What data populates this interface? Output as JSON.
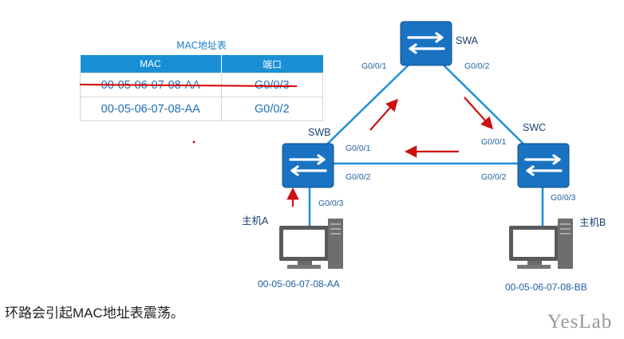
{
  "mac_table": {
    "title": "MAC地址表",
    "headers": {
      "mac": "MAC",
      "port": "端口"
    },
    "rows": [
      {
        "mac": "00-05-06-07-08-AA",
        "port": "G0/0/3",
        "struck": true
      },
      {
        "mac": "00-05-06-07-08-AA",
        "port": "G0/0/2",
        "struck": false
      }
    ]
  },
  "switches": {
    "swa": "SWA",
    "swb": "SWB",
    "swc": "SWC"
  },
  "ports": {
    "swa_left": "G0/0/1",
    "swa_right": "G0/0/2",
    "swb_up": "G0/0/1",
    "swb_right": "G0/0/2",
    "swb_down": "G0/0/3",
    "swc_up": "G0/0/1",
    "swc_left": "G0/0/2",
    "swc_down": "G0/0/3"
  },
  "hosts": {
    "a": {
      "label": "主机A",
      "mac": "00-05-06-07-08-AA"
    },
    "b": {
      "label": "主机B",
      "mac": "00-05-06-07-08-BB"
    }
  },
  "caption": "环路会引起MAC地址表震荡。",
  "watermark": "YesLab",
  "colors": {
    "switch": "#1a73c2",
    "link": "#1e90d8",
    "arrow": "#cc1111",
    "table_header": "#1a8fd6"
  }
}
